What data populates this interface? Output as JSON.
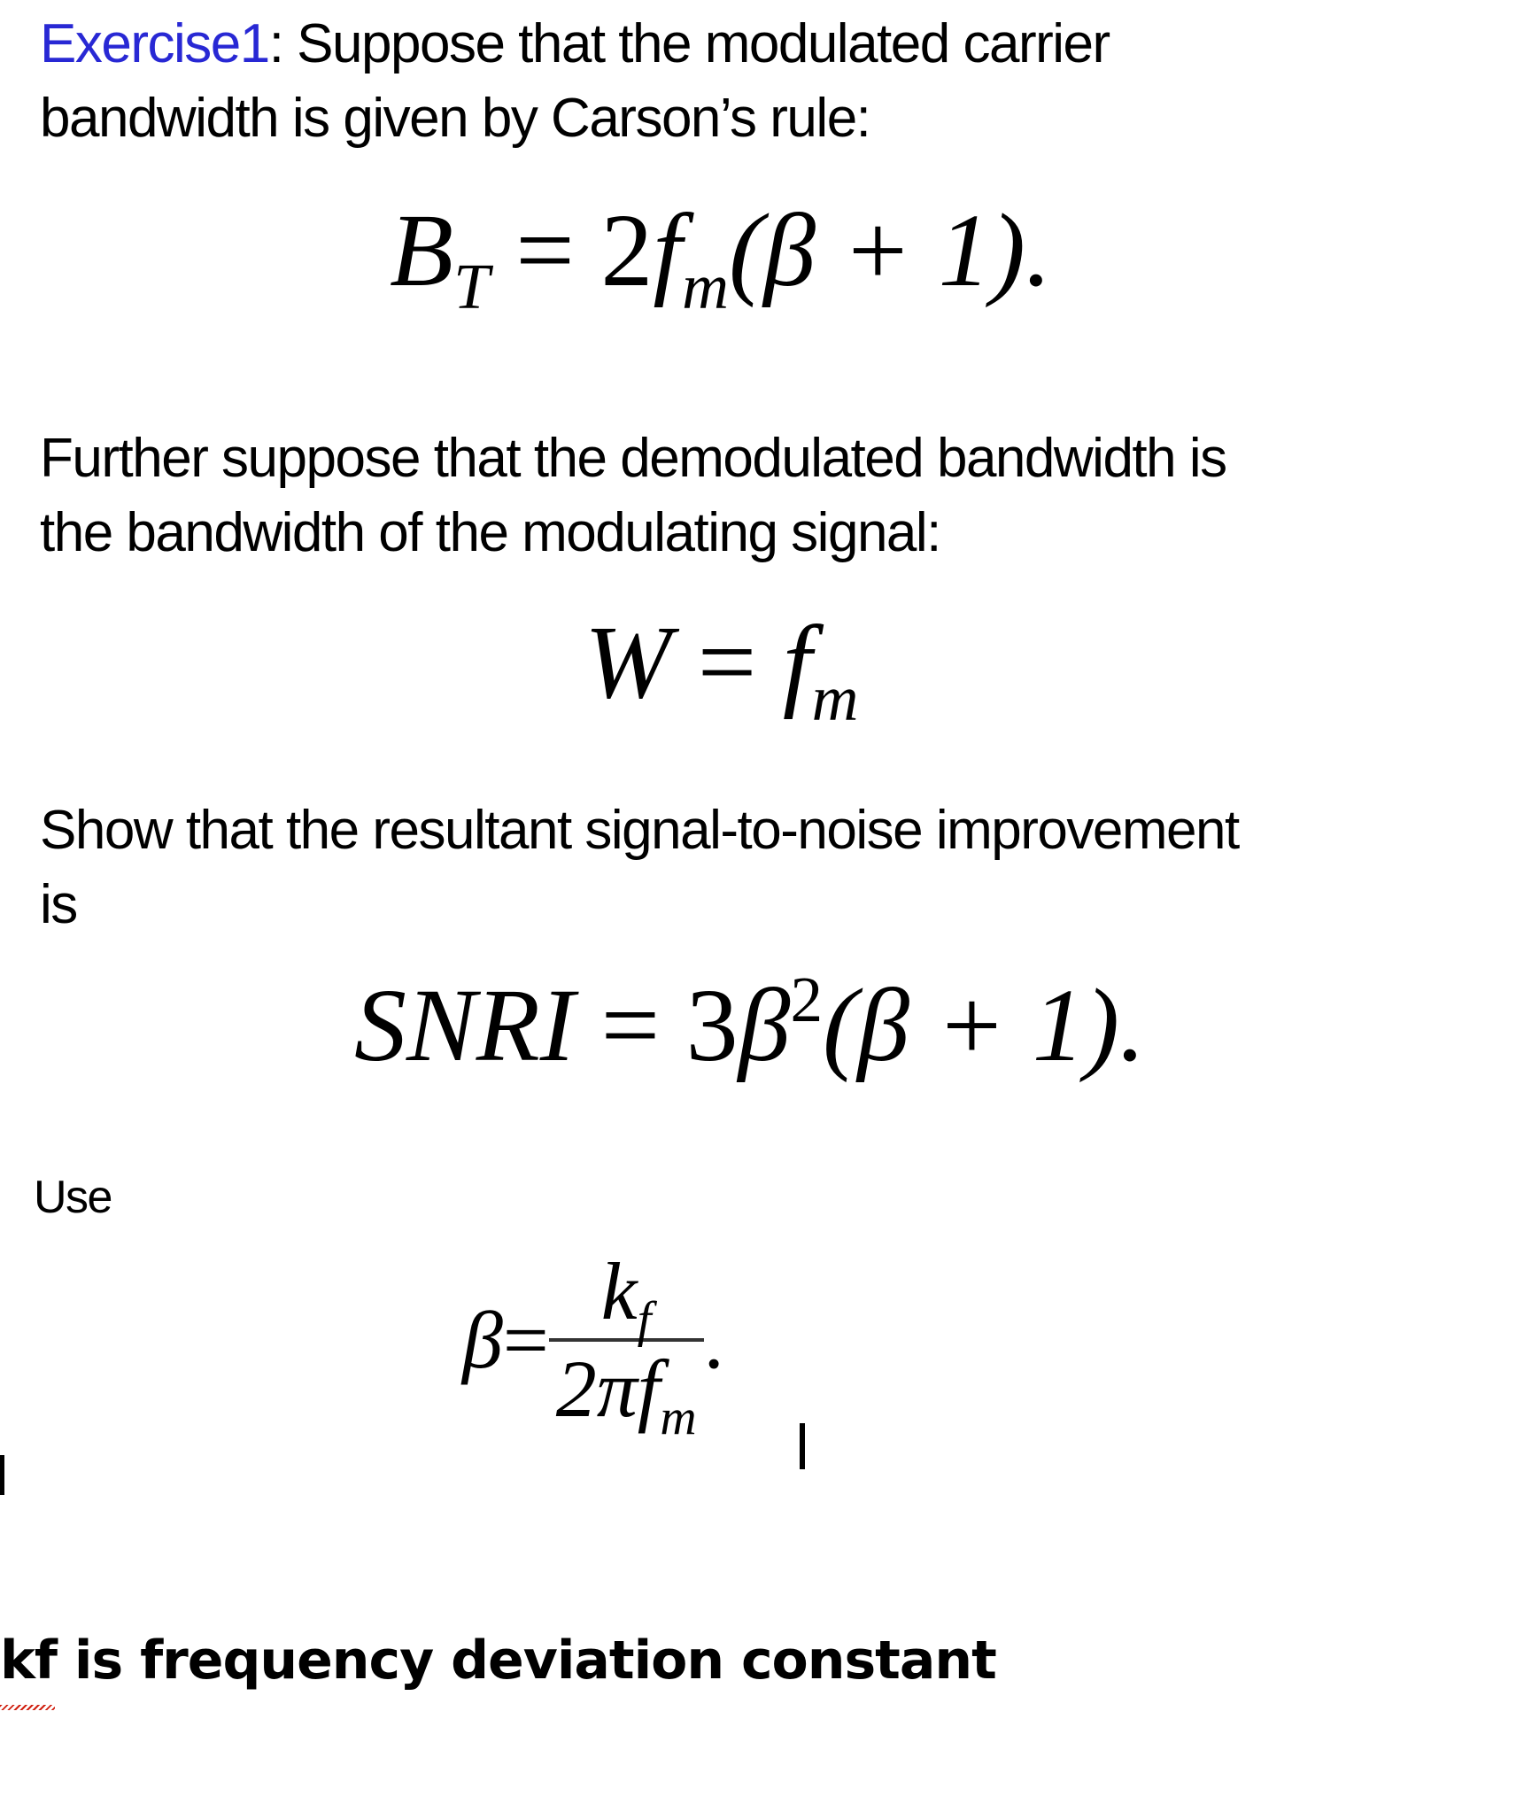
{
  "exercise": {
    "label": "Exercise1",
    "intro_line1": ": Suppose that the modulated carrier",
    "intro_line2": "bandwidth is given by Carson’s rule:",
    "accent_color": "#2828d4"
  },
  "equations": {
    "carson": {
      "lhs": "B",
      "lhs_sub": "T",
      "eq": " = 2",
      "f": "f",
      "f_sub": "m",
      "rest": "(β + 1)."
    },
    "bandwidth": {
      "lhs": "W",
      "eq": " = ",
      "f": "f",
      "f_sub": "m"
    },
    "snri": {
      "lhs": "SNRI",
      "eq": " = 3",
      "beta": "β",
      "sup": "2",
      "rest": "(β + 1)."
    },
    "beta": {
      "lhs": "β",
      "eq": " = ",
      "num": "k",
      "num_sub": "f",
      "den": "2πf",
      "den_sub": "m",
      "tail": "."
    }
  },
  "paragraphs": {
    "further_line1": "Further suppose that the demodulated bandwidth is",
    "further_line2": "the bandwidth of the modulating signal:",
    "show_line1": "Show that the resultant signal-to-noise improvement",
    "show_line2": "is",
    "use": "Use"
  },
  "note": {
    "text": "kf is frequency deviation constant",
    "spellcheck_word": "kf"
  }
}
